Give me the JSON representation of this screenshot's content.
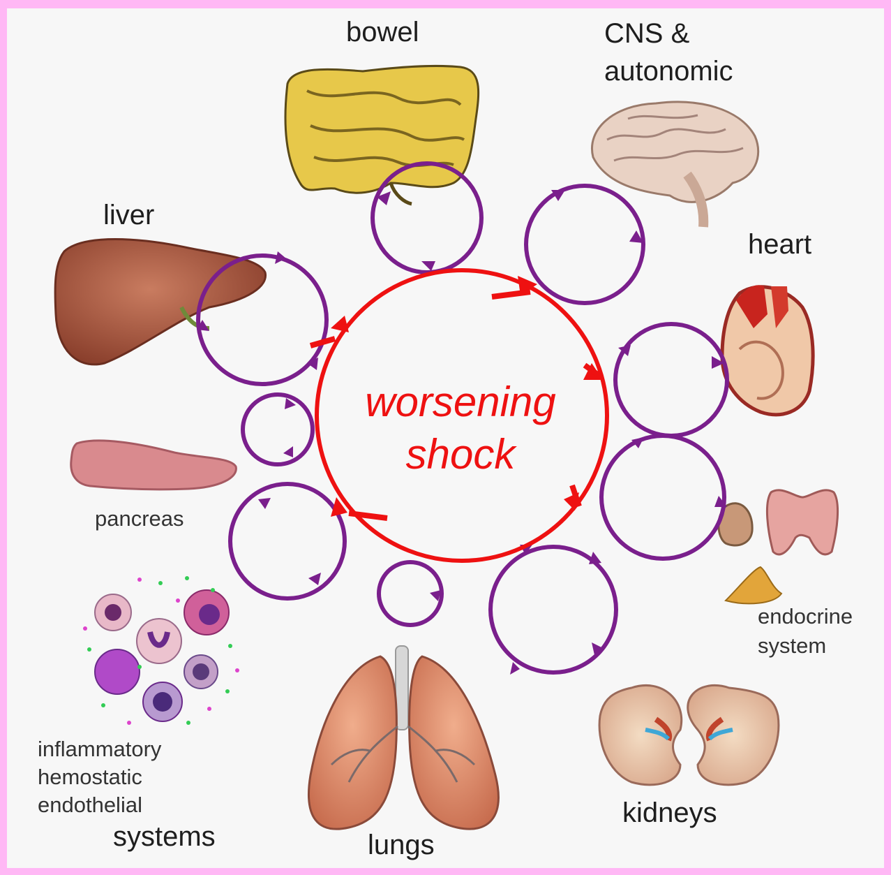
{
  "center": {
    "line1": "worsening",
    "line2": "shock"
  },
  "organs": {
    "bowel": "bowel",
    "cns_line1": "CNS &",
    "cns_line2": "autonomic",
    "heart": "heart",
    "liver": "liver",
    "pancreas": "pancreas",
    "endocrine_line1": "endocrine",
    "endocrine_line2": "system",
    "kidneys": "kidneys",
    "lungs": "lungs",
    "inflam_line1": "inflammatory",
    "inflam_line2": "hemostatic",
    "inflam_line3": "endothelial",
    "inflam_line4": "systems"
  },
  "colors": {
    "central_cycle": "#ee1111",
    "organ_cycles": "#7a1f8c",
    "background": "#f7f7f7",
    "frame": "#ffb8f5"
  }
}
